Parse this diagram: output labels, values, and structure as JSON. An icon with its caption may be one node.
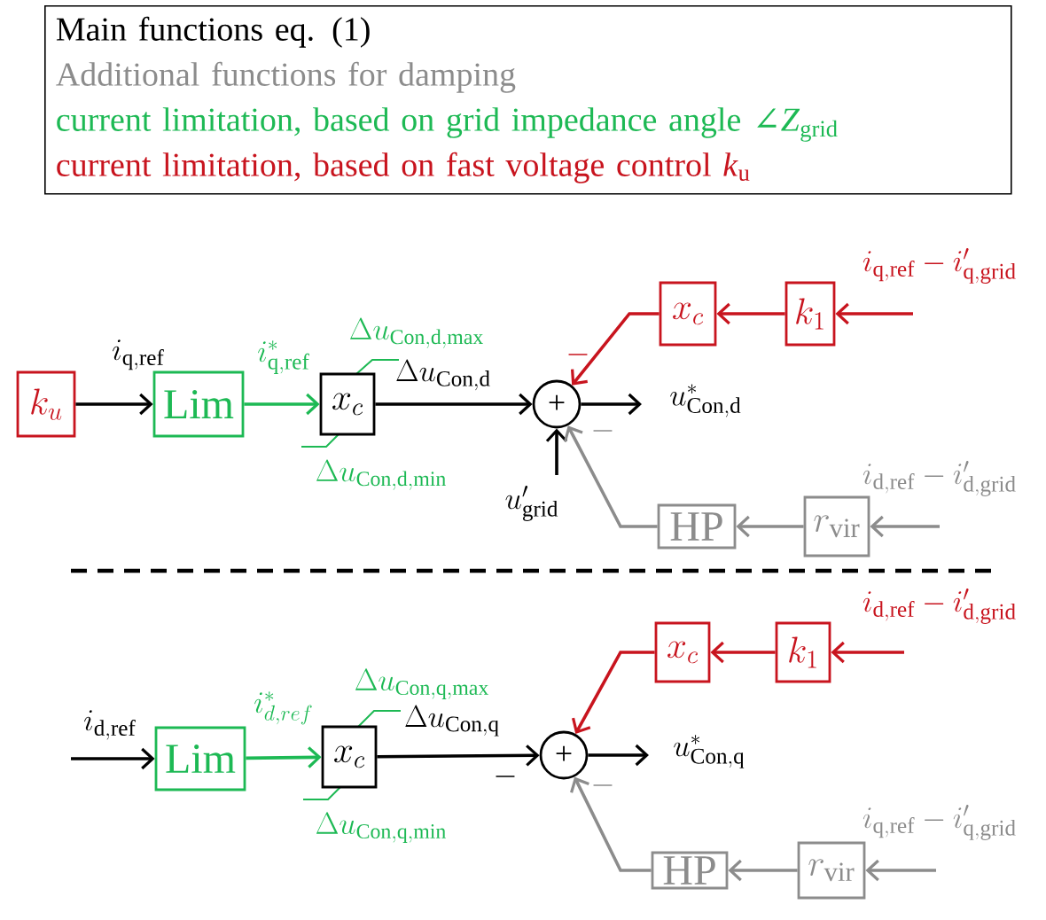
{
  "diagram": {
    "nodes": [
      {
        "text": [
          "Main functions eq. (1)",
          "Additional functions for damping",
          "current limitation, based on grid impedance angle ∠*Z*$_{grid}$",
          "current limitation, based on fast voltage control *k*$_{u}$"
        ]
      },
      {
        "text": [
          "k_u"
        ]
      },
      {
        "text": [
          "Lim"
        ]
      },
      {
        "text": [
          "x_c"
        ]
      },
      {
        "text": [
          "+"
        ]
      },
      {
        "text": [
          "x_c"
        ]
      },
      {
        "text": [
          "k_1"
        ]
      },
      {
        "text": [
          "HP"
        ]
      },
      {
        "text": [
          "r_{\\mathrm{vir}}"
        ]
      },
      {
        "text": [
          "Lim"
        ]
      },
      {
        "text": [
          "x_c"
        ]
      },
      {
        "text": [
          "+"
        ]
      },
      {
        "text": [
          "x_c"
        ]
      },
      {
        "text": [
          "k_1"
        ]
      },
      {
        "text": [
          "HP"
        ]
      },
      {
        "text": [
          "r_{\\mathrm{vir}}"
        ]
      }
    ],
    "edges": [
      {
        "from": 1,
        "to": 2,
        "arrow": "to",
        "label": "i_{\\mathrm{q,ref}}"
      },
      {
        "from": 2,
        "to": 3,
        "arrow": "to",
        "label": "i^{*}_{\\mathrm{q,ref}}",
        "color": "#1db954"
      },
      {
        "from": 3,
        "to": 4,
        "arrow": "to",
        "label": "\\Delta u_{\\mathrm{Con,d}}"
      },
      {
        "from": 4,
        "to": null,
        "arrow": "to",
        "label": "u^{*}_{\\mathrm{Con,d}}"
      },
      {
        "from": 6,
        "to": 5,
        "arrow": "to",
        "color": "#c8141e"
      },
      {
        "from": 5,
        "to": 4,
        "arrow": "to",
        "label": "-",
        "color": "#c8141e"
      },
      {
        "from": null,
        "to": 6,
        "arrow": "to",
        "label": "i_{\\mathrm{q,ref}}-i'_{\\mathrm{q,grid}}",
        "color": "#c8141e"
      },
      {
        "from": null,
        "to": 4,
        "arrow": "to",
        "label": "u'_{\\mathrm{grid}}"
      },
      {
        "from": 8,
        "to": 7,
        "arrow": "to",
        "color": "#8c8c8c"
      },
      {
        "from": 7,
        "to": 4,
        "arrow": "to",
        "label": "-",
        "color": "#8c8c8c"
      },
      {
        "from": null,
        "to": 8,
        "arrow": "to",
        "label": "i_{\\mathrm{d,ref}}-i'_{\\mathrm{d,grid}}",
        "color": "#8c8c8c"
      },
      {
        "from": null,
        "to": 9,
        "arrow": "to",
        "label": "i_{\\mathrm{d,ref}}"
      },
      {
        "from": 9,
        "to": 10,
        "arrow": "to",
        "label": "i^{*}_{d,ref}",
        "color": "#1db954"
      },
      {
        "from": 10,
        "to": 11,
        "arrow": "to",
        "label": "\\Delta u_{\\mathrm{Con,q}}"
      },
      {
        "from": 11,
        "to": null,
        "arrow": "to",
        "label": "u^{*}_{\\mathrm{Con,q}}"
      },
      {
        "from": 13,
        "to": 12,
        "arrow": "to",
        "color": "#c8141e"
      },
      {
        "from": 12,
        "to": 11,
        "arrow": "to",
        "color": "#c8141e"
      },
      {
        "from": null,
        "to": 13,
        "arrow": "to",
        "label": "i_{\\mathrm{d,ref}}-i'_{\\mathrm{d,grid}}",
        "color": "#c8141e"
      },
      {
        "from": 15,
        "to": 14,
        "arrow": "to",
        "color": "#8c8c8c"
      },
      {
        "from": 14,
        "to": 11,
        "arrow": "to",
        "label": "-",
        "color": "#8c8c8c"
      },
      {
        "from": null,
        "to": 15,
        "arrow": "to",
        "label": "i_{\\mathrm{q,ref}}-i'_{\\mathrm{q,grid}}",
        "color": "#8c8c8c"
      }
    ],
    "labels": [
      "\\Delta u_{\\mathrm{Con,d,max}}",
      "\\Delta u_{\\mathrm{Con,d,min}}",
      "\\Delta u_{\\mathrm{Con,q,max}}",
      "\\Delta u_{\\mathrm{Con,q,min}}",
      "-"
    ]
  }
}
